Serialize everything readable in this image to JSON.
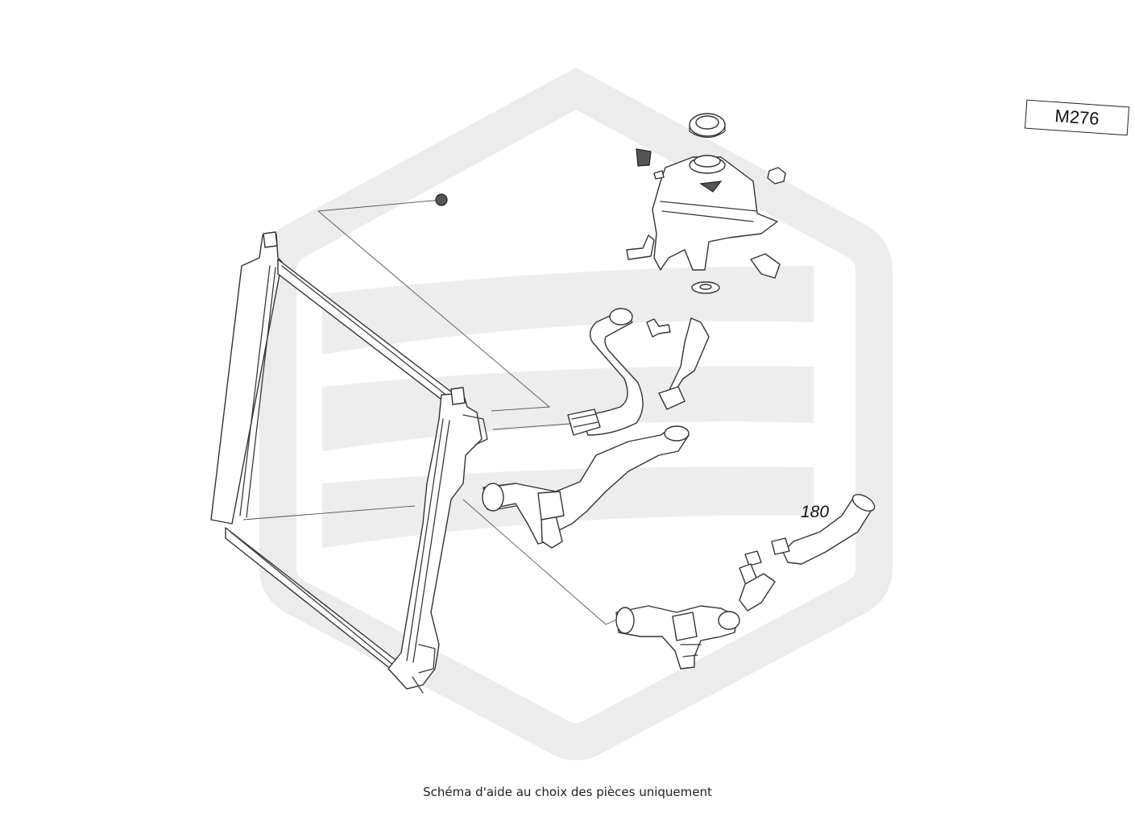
{
  "diagram": {
    "engine_code": "M276",
    "part_number": "180",
    "caption": "Schéma d'aide au choix des pièces uniquement"
  },
  "colors": {
    "background": "#ffffff",
    "line": "#333333",
    "watermark": "#ededed"
  }
}
